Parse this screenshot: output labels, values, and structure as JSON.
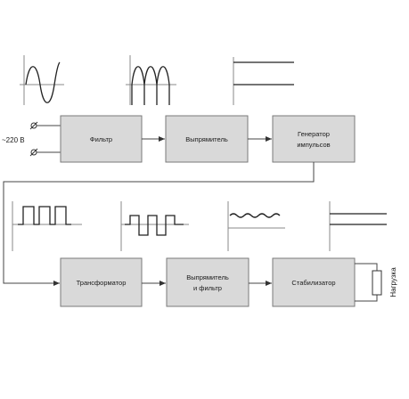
{
  "blocks": {
    "filter": "Фильтр",
    "rectifier1": "Выпрямитель",
    "generator_line1": "Генератор",
    "generator_line2": "импульсов",
    "transformer": "Трансформатор",
    "rectifier2_line1": "Выпрямитель",
    "rectifier2_line2": "и фильтр",
    "stabilizer": "Стабилизатор"
  },
  "input_label": "~220 В",
  "load_label": "Нагрузка",
  "colors": {
    "block_fill": "#d9d9d9",
    "block_stroke": "#7a7a7a",
    "wire": "#444444"
  }
}
